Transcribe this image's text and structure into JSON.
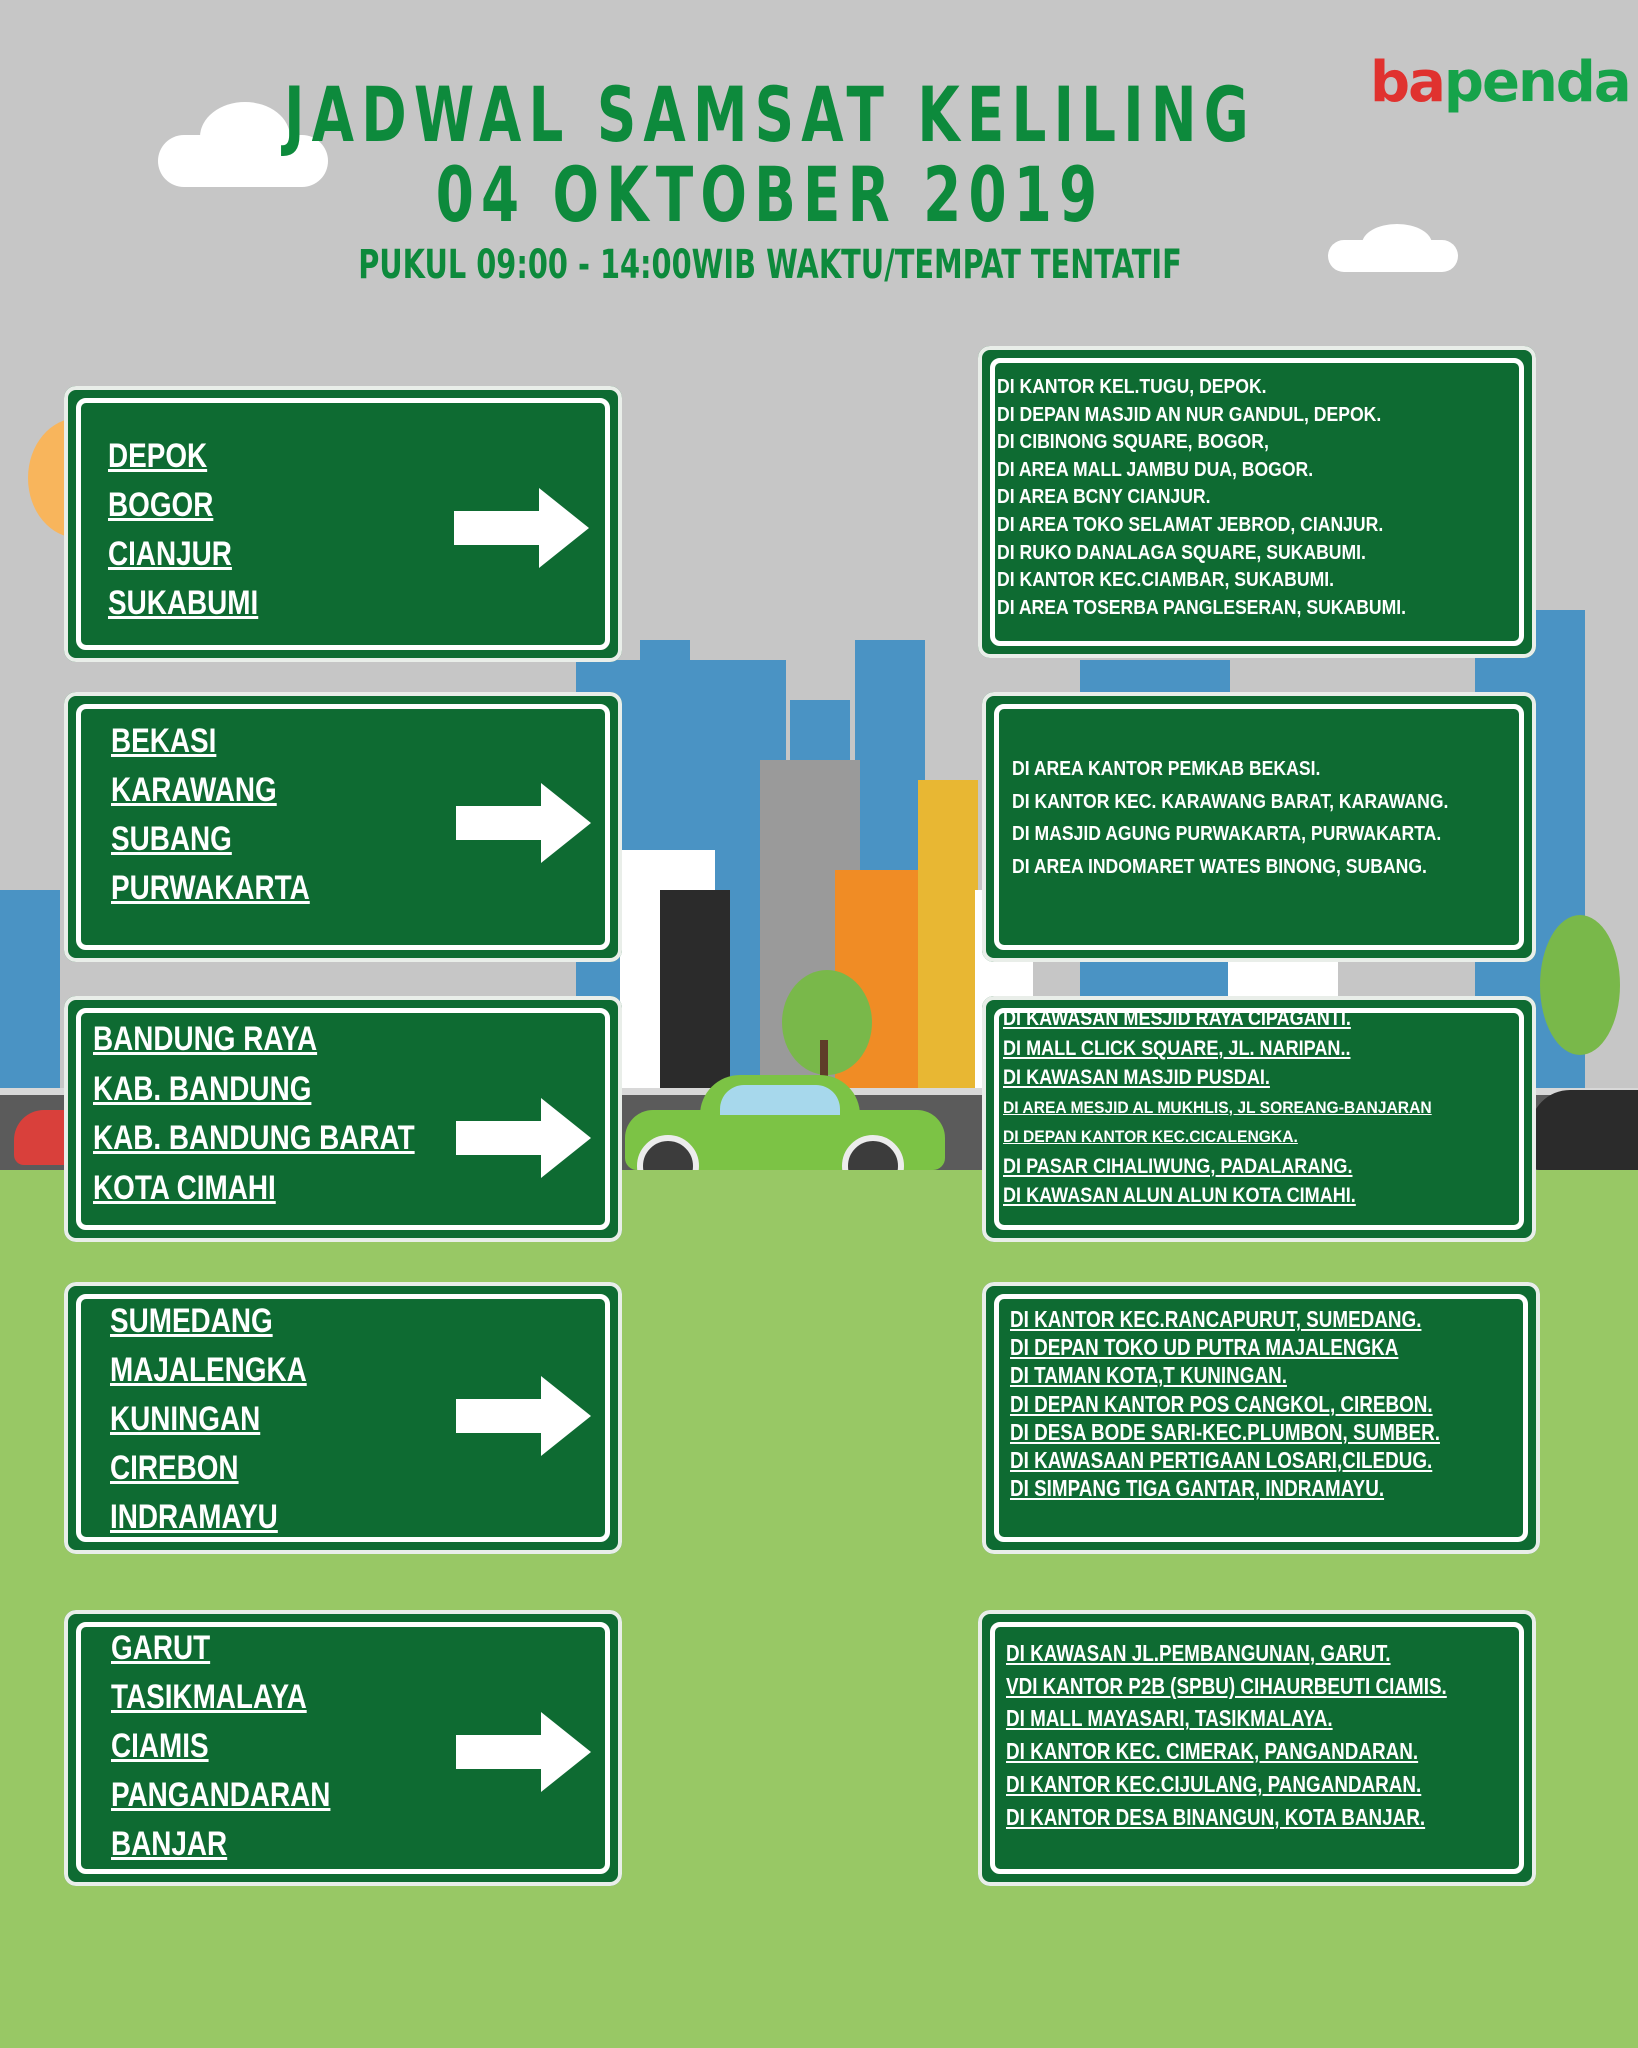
{
  "header": {
    "title_line1": "JADWAL SAMSAT KELILING",
    "title_line2": "04 OKTOBER 2019",
    "subtitle": "PUKUL 09:00 - 14:00WIB WAKTU/TEMPAT TENTATIF"
  },
  "logo": {
    "part1": "ba",
    "part2": "penda"
  },
  "colors": {
    "sign_green": "#0e6b32",
    "title_green": "#0d8a3c",
    "logo_red": "#e0322f",
    "grass": "#98c865",
    "sky": "#c6c6c6"
  },
  "routes": [
    {
      "cities": [
        "DEPOK",
        "BOGOR",
        "CIANJUR",
        "SUKABUMI"
      ],
      "locations": [
        "DI KANTOR KEL.TUGU,  DEPOK.",
        "DI DEPAN MASJID AN NUR GANDUL, DEPOK.",
        "DI  CIBINONG SQUARE, BOGOR,",
        "DI AREA MALL JAMBU DUA, BOGOR.",
        "DI AREA BCNY CIANJUR.",
        "DI AREA TOKO SELAMAT JEBROD, CIANJUR.",
        "DI RUKO DANALAGA SQUARE, SUKABUMI.",
        "DI KANTOR KEC.CIAMBAR,  SUKABUMI.",
        "DI AREA TOSERBA  PANGLESERAN, SUKABUMI."
      ]
    },
    {
      "cities": [
        "BEKASI",
        "KARAWANG",
        "SUBANG",
        "PURWAKARTA"
      ],
      "locations": [
        "DI AREA  KANTOR PEMKAB BEKASI.",
        "DI  KANTOR KEC. KARAWANG BARAT, KARAWANG.",
        "DI  MASJID AGUNG PURWAKARTA, PURWAKARTA.",
        "DI AREA INDOMARET WATES BINONG, SUBANG."
      ]
    },
    {
      "cities": [
        "BANDUNG RAYA ",
        "KAB. BANDUNG",
        "KAB. BANDUNG BARAT",
        "KOTA CIMAHI"
      ],
      "locations": [
        "DI KAWASAN MESJID RAYA CIPAGANTI.",
        "DI MALL CLICK SQUARE, JL. NARIPAN..",
        "DI KAWASAN MASJID PUSDAI.",
        "DI AREA MESJID AL MUKHLIS, JL SOREANG-BANJARAN",
        "DI DEPAN KANTOR KEC.CICALENGKA.",
        "DI  PASAR CIHALIWUNG, PADALARANG.",
        "DI  KAWASAN ALUN ALUN KOTA CIMAHI."
      ]
    },
    {
      "cities": [
        "SUMEDANG",
        "MAJALENGKA",
        "KUNINGAN",
        "CIREBON",
        "INDRAMAYU"
      ],
      "locations": [
        "DI KANTOR KEC.RANCAPURUT, SUMEDANG.",
        "DI DEPAN TOKO UD PUTRA MAJALENGKA",
        "DI  TAMAN KOTA,T KUNINGAN.",
        "DI DEPAN KANTOR POS CANGKOL, CIREBON.",
        "DI DESA BODE SARI-KEC.PLUMBON, SUMBER.",
        "DI KAWASAAN PERTIGAAN LOSARI,CILEDUG.",
        "DI SIMPANG TIGA GANTAR,  INDRAMAYU."
      ]
    },
    {
      "cities": [
        "GARUT",
        "TASIKMALAYA",
        "CIAMIS",
        "PANGANDARAN",
        "BANJAR"
      ],
      "locations": [
        "DI KAWASAN JL.PEMBANGUNAN, GARUT.",
        "VDI KANTOR P2B (SPBU) CIHAURBEUTI CIAMIS.",
        "DI MALL MAYASARI, TASIKMALAYA.",
        "DI KANTOR KEC. CIMERAK, PANGANDARAN.",
        "DI KANTOR KEC.CIJULANG, PANGANDARAN.",
        "DI KANTOR DESA BINANGUN, KOTA BANJAR."
      ]
    }
  ]
}
